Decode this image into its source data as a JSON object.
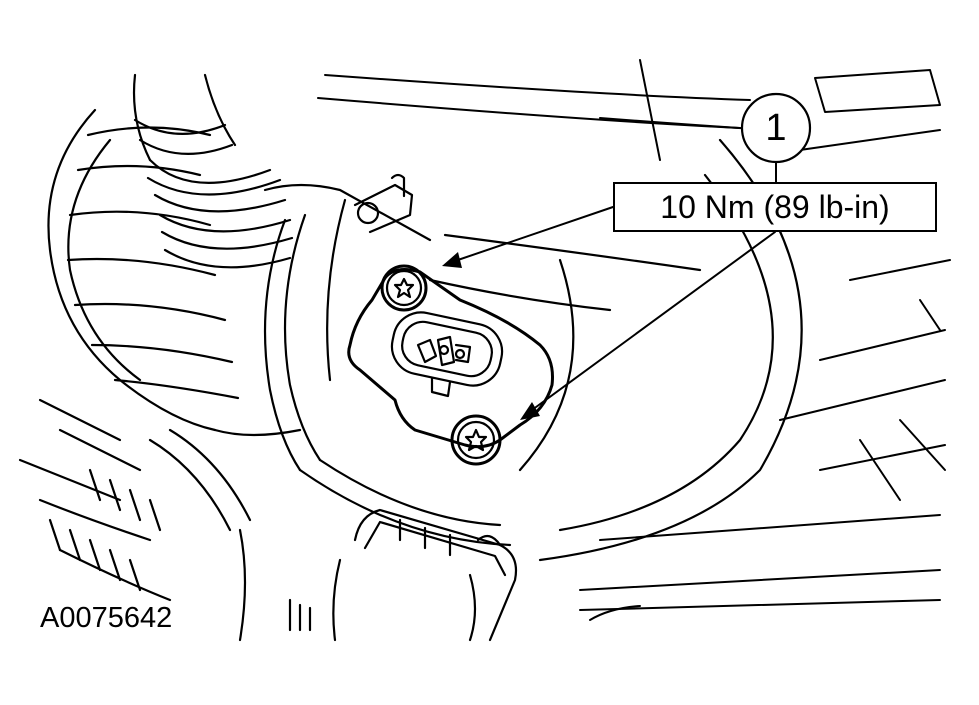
{
  "callout": {
    "number": "1",
    "torque_spec": "10 Nm (89 lb-in)"
  },
  "figure_id": "A0075642",
  "colors": {
    "ink": "#000000",
    "paper": "#ffffff"
  },
  "icons": [
    "torx-bolt-icon",
    "leader-arrow-icon",
    "electrical-connector-icon"
  ]
}
